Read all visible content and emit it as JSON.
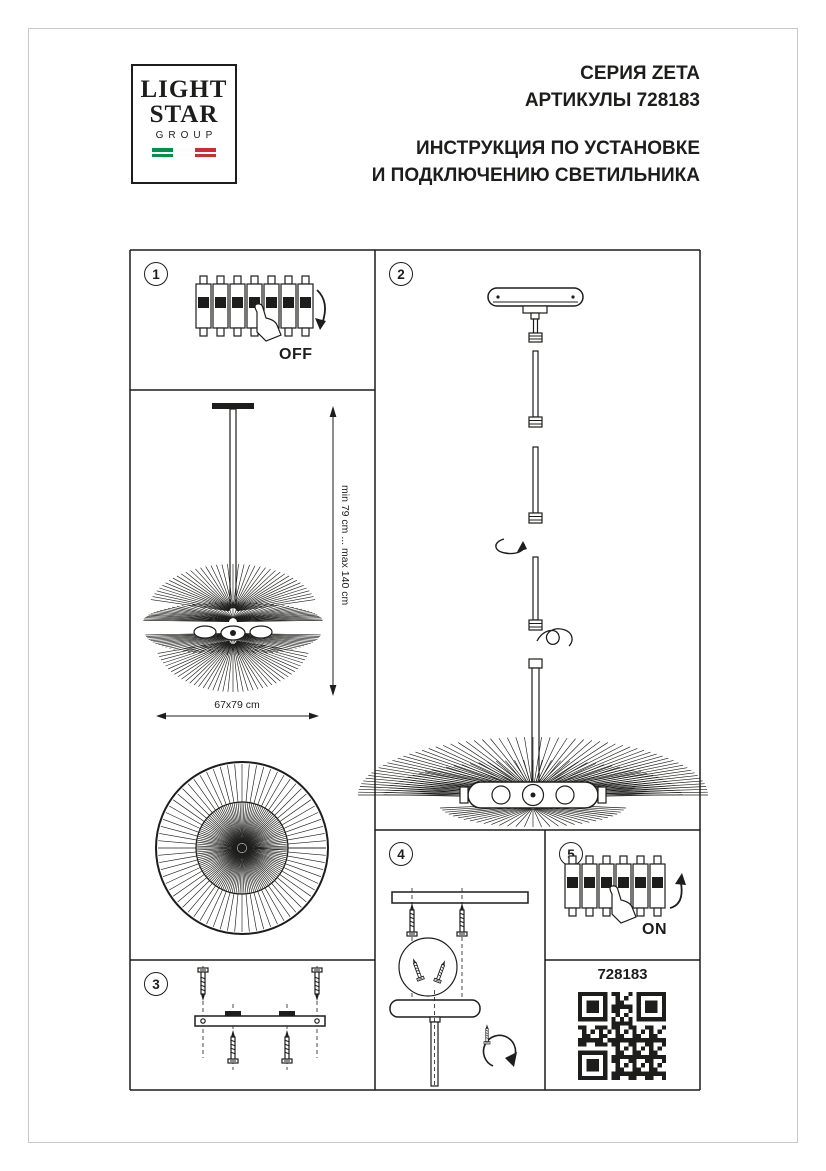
{
  "brand": {
    "line1": "LIGHT",
    "line2": "STAR",
    "line3": "GROUP"
  },
  "header": {
    "series": "СЕРИЯ ZETA",
    "articles": "АРТИКУЛЫ 728183",
    "title_line1": "ИНСТРУКЦИЯ ПО УСТАНОВКЕ",
    "title_line2": "И ПОДКЛЮЧЕНИЮ СВЕТИЛЬНИКА"
  },
  "steps": [
    {
      "number": "1",
      "label": "OFF"
    },
    {
      "number": "2"
    },
    {
      "number": "3"
    },
    {
      "number": "4"
    },
    {
      "number": "5",
      "label": "ON"
    }
  ],
  "dimensions": {
    "height": "min 79 cm ... max 140 cm",
    "width": "67x79 cm"
  },
  "footer": {
    "article": "728183"
  },
  "colors": {
    "ink": "#1d1d1b",
    "flag_green": "#009246",
    "flag_red": "#ce2b37"
  }
}
